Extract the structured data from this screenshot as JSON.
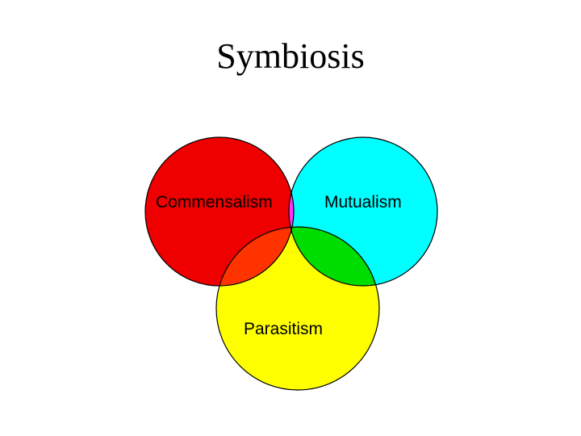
{
  "slide": {
    "title": "Symbiosis"
  },
  "diagram": {
    "type": "venn",
    "sets": [
      {
        "id": "commensalism",
        "label": "Commensalism",
        "color": "#ee0000"
      },
      {
        "id": "mutualism",
        "label": "Mutualism",
        "color": "#00ffff"
      },
      {
        "id": "parasitism",
        "label": "Parasitism",
        "color": "#ffff00"
      }
    ],
    "overlaps": {
      "commensalism_mutualism": "#ff33ff",
      "commensalism_parasitism": "#ff3300",
      "mutualism_parasitism": "#00dd00",
      "all_three": "#666666"
    },
    "outline_color": "#000000"
  }
}
